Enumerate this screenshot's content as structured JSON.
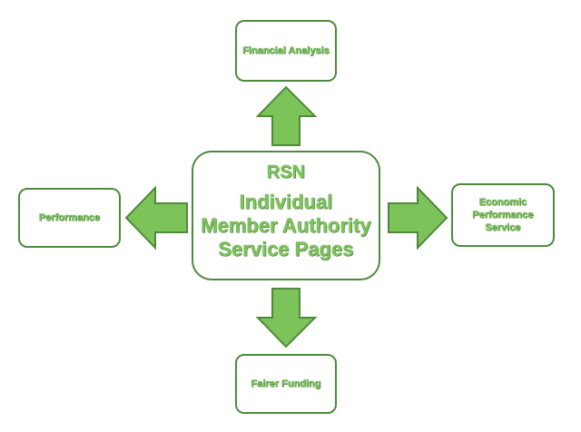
{
  "diagram": {
    "center": {
      "title": "RSN",
      "lines": [
        "Individual",
        "Member Authority",
        "Service Pages"
      ]
    },
    "nodes": {
      "top": "Financial Analysis",
      "bottom": "Fairer Funding",
      "left": "Performance",
      "right": [
        "Economic",
        "Performance",
        "Service"
      ]
    },
    "colors": {
      "fill": "#7cc45a",
      "stroke": "#4f8a3c",
      "background": "#ffffff"
    }
  }
}
